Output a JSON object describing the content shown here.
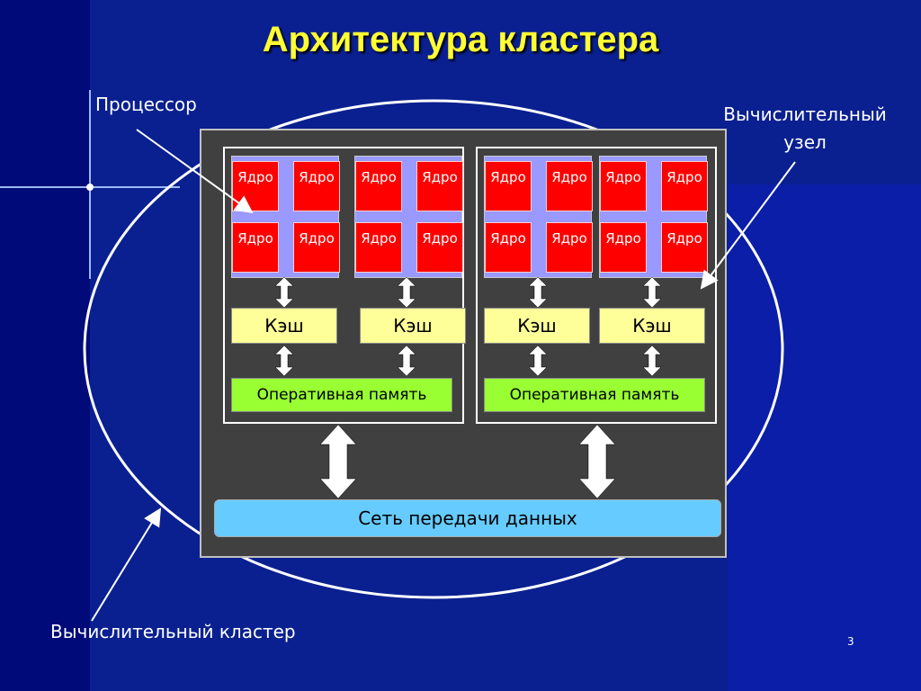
{
  "slide": {
    "title": "Архитектура кластера",
    "page_number": "3"
  },
  "labels": {
    "processor": "Процессор",
    "node_line1": "Вычислительный",
    "node_line2": "узел",
    "cluster": "Вычислительный кластер"
  },
  "diagram": {
    "core_label": "Ядро",
    "cache_label": "Кэш",
    "ram_label": "Оперативная память",
    "network_label": "Сеть передачи данных"
  },
  "colors": {
    "background": "#000a78",
    "title": "#ffff33",
    "core": "#ff0000",
    "cpu": "#9999ff",
    "cache": "#ffff99",
    "ram": "#99ff33",
    "network": "#66ccff"
  }
}
